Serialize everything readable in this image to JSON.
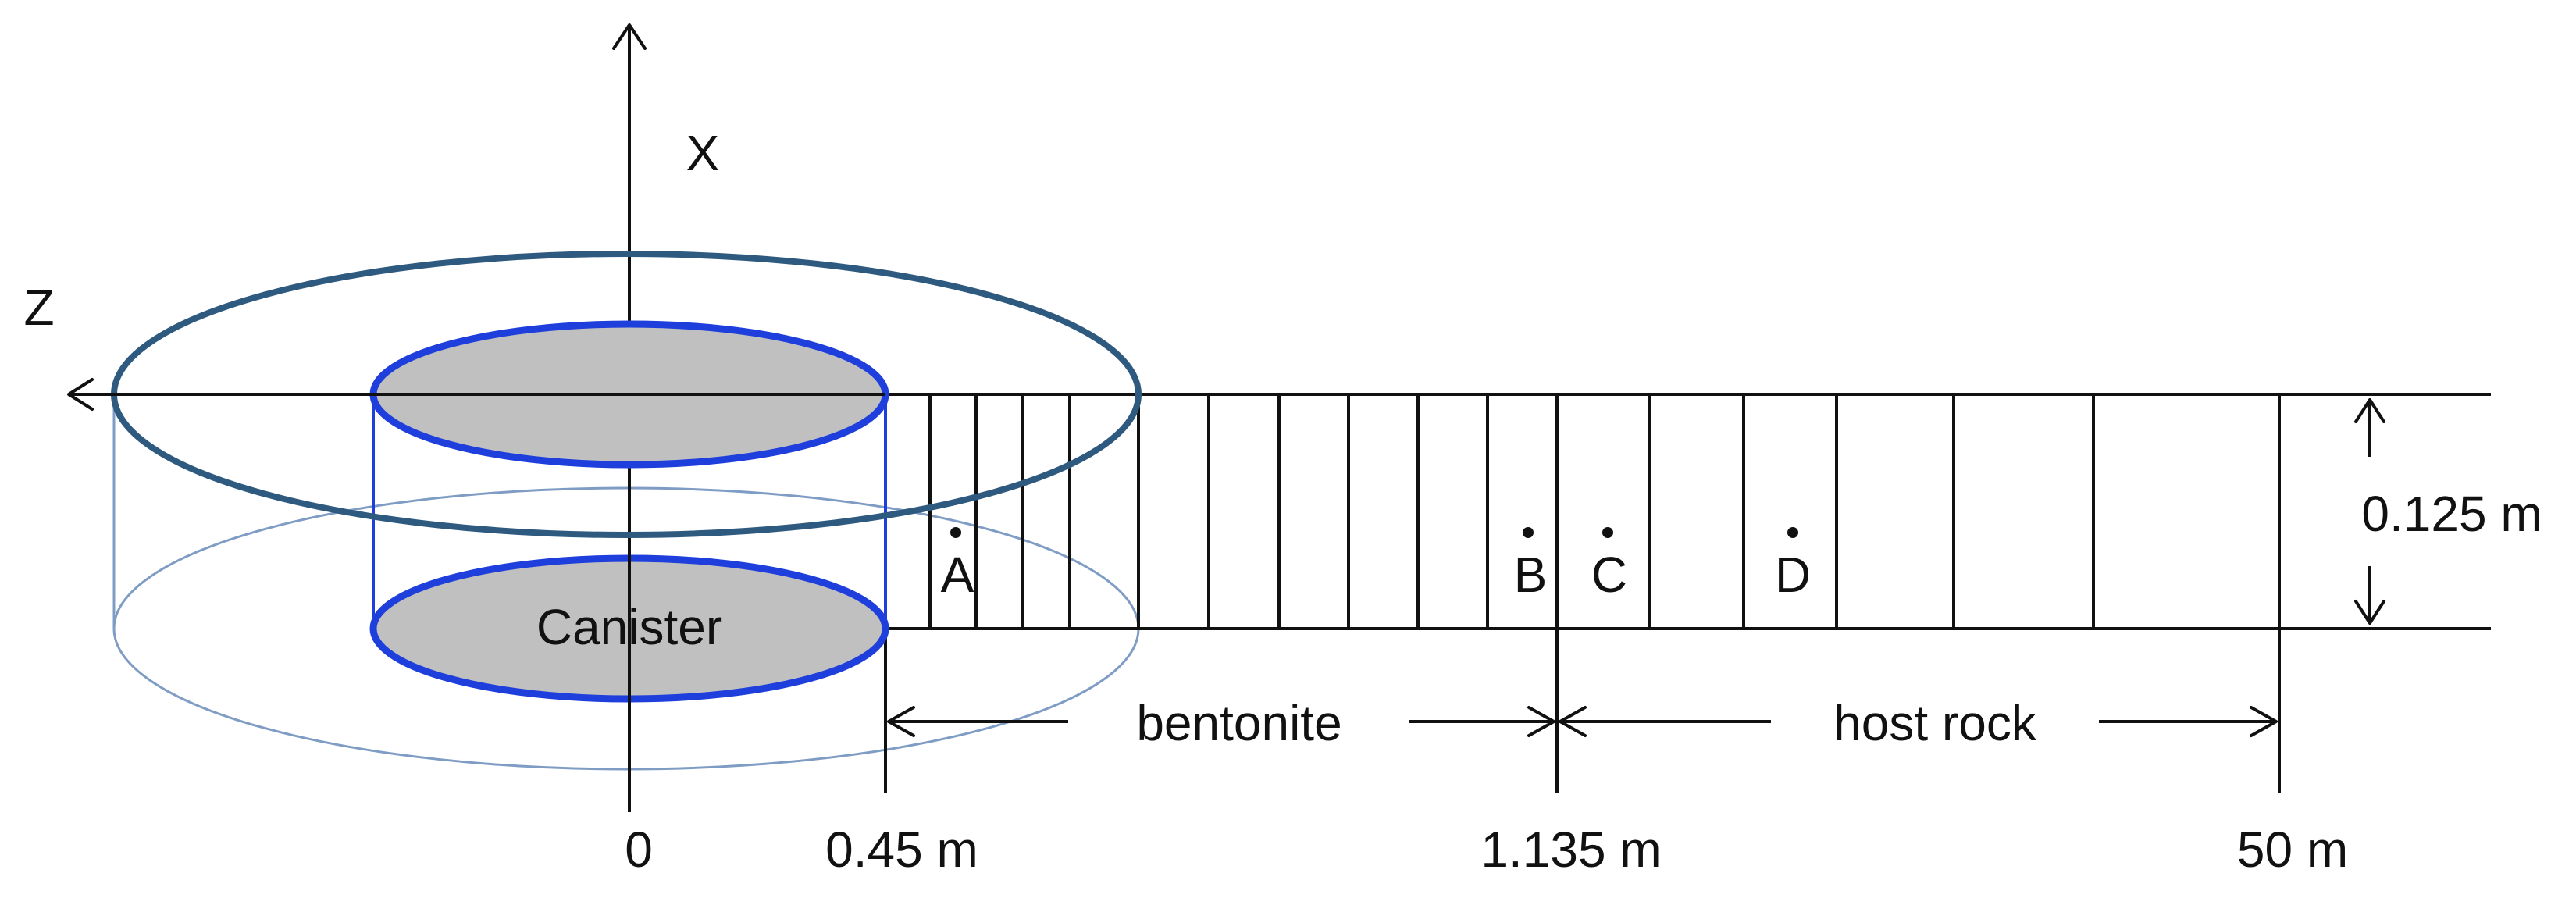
{
  "axes": {
    "x_label": "X",
    "z_label": "Z"
  },
  "canister": {
    "label": "Canister"
  },
  "dimensions": {
    "radius_origin": "0",
    "radius_canister": "0.45 m",
    "radius_bentonite": "1.135 m",
    "radius_outer": "50 m",
    "thickness": "0.125 m"
  },
  "regions": {
    "bentonite": "bentonite",
    "host_rock": "host rock"
  },
  "points": [
    {
      "label": "A"
    },
    {
      "label": "B"
    },
    {
      "label": "C"
    },
    {
      "label": "D"
    }
  ],
  "colors": {
    "canister_fill": "#c0c0c0",
    "canister_edge": "#1f3fdc",
    "domain_outer_edge": "#2f5a7f",
    "domain_lower_edge": "#7f9cc4"
  }
}
